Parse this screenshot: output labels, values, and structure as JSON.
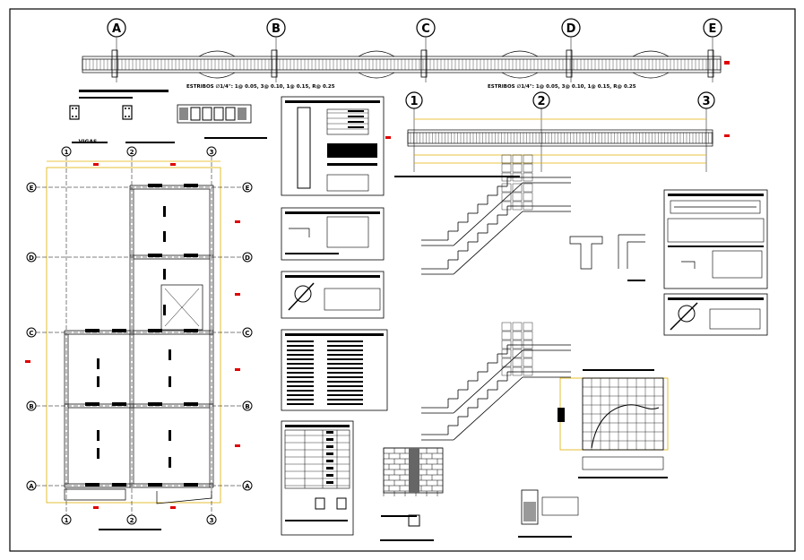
{
  "top_beam": {
    "axes": [
      "A",
      "B",
      "C",
      "D",
      "E"
    ],
    "notes": [
      "ESTRIBOS ∅1/4\": 1@ 0.05, 3@ 0.10, 1@ 0.15, R@ 0.25",
      "ESTRIBOS ∅1/4\": 1@ 0.05, 3@ 0.10, 1@ 0.15, R@ 0.25"
    ]
  },
  "mid_beam": {
    "axes": [
      "1",
      "2",
      "3"
    ]
  },
  "plan": {
    "col_axes": [
      "1",
      "2",
      "3"
    ],
    "row_axes": [
      "E",
      "D",
      "C",
      "B",
      "A"
    ],
    "title": "VIGAS"
  },
  "colors": {
    "ink": "#000000",
    "accent": "#e00000",
    "dim": "#e0b000"
  }
}
